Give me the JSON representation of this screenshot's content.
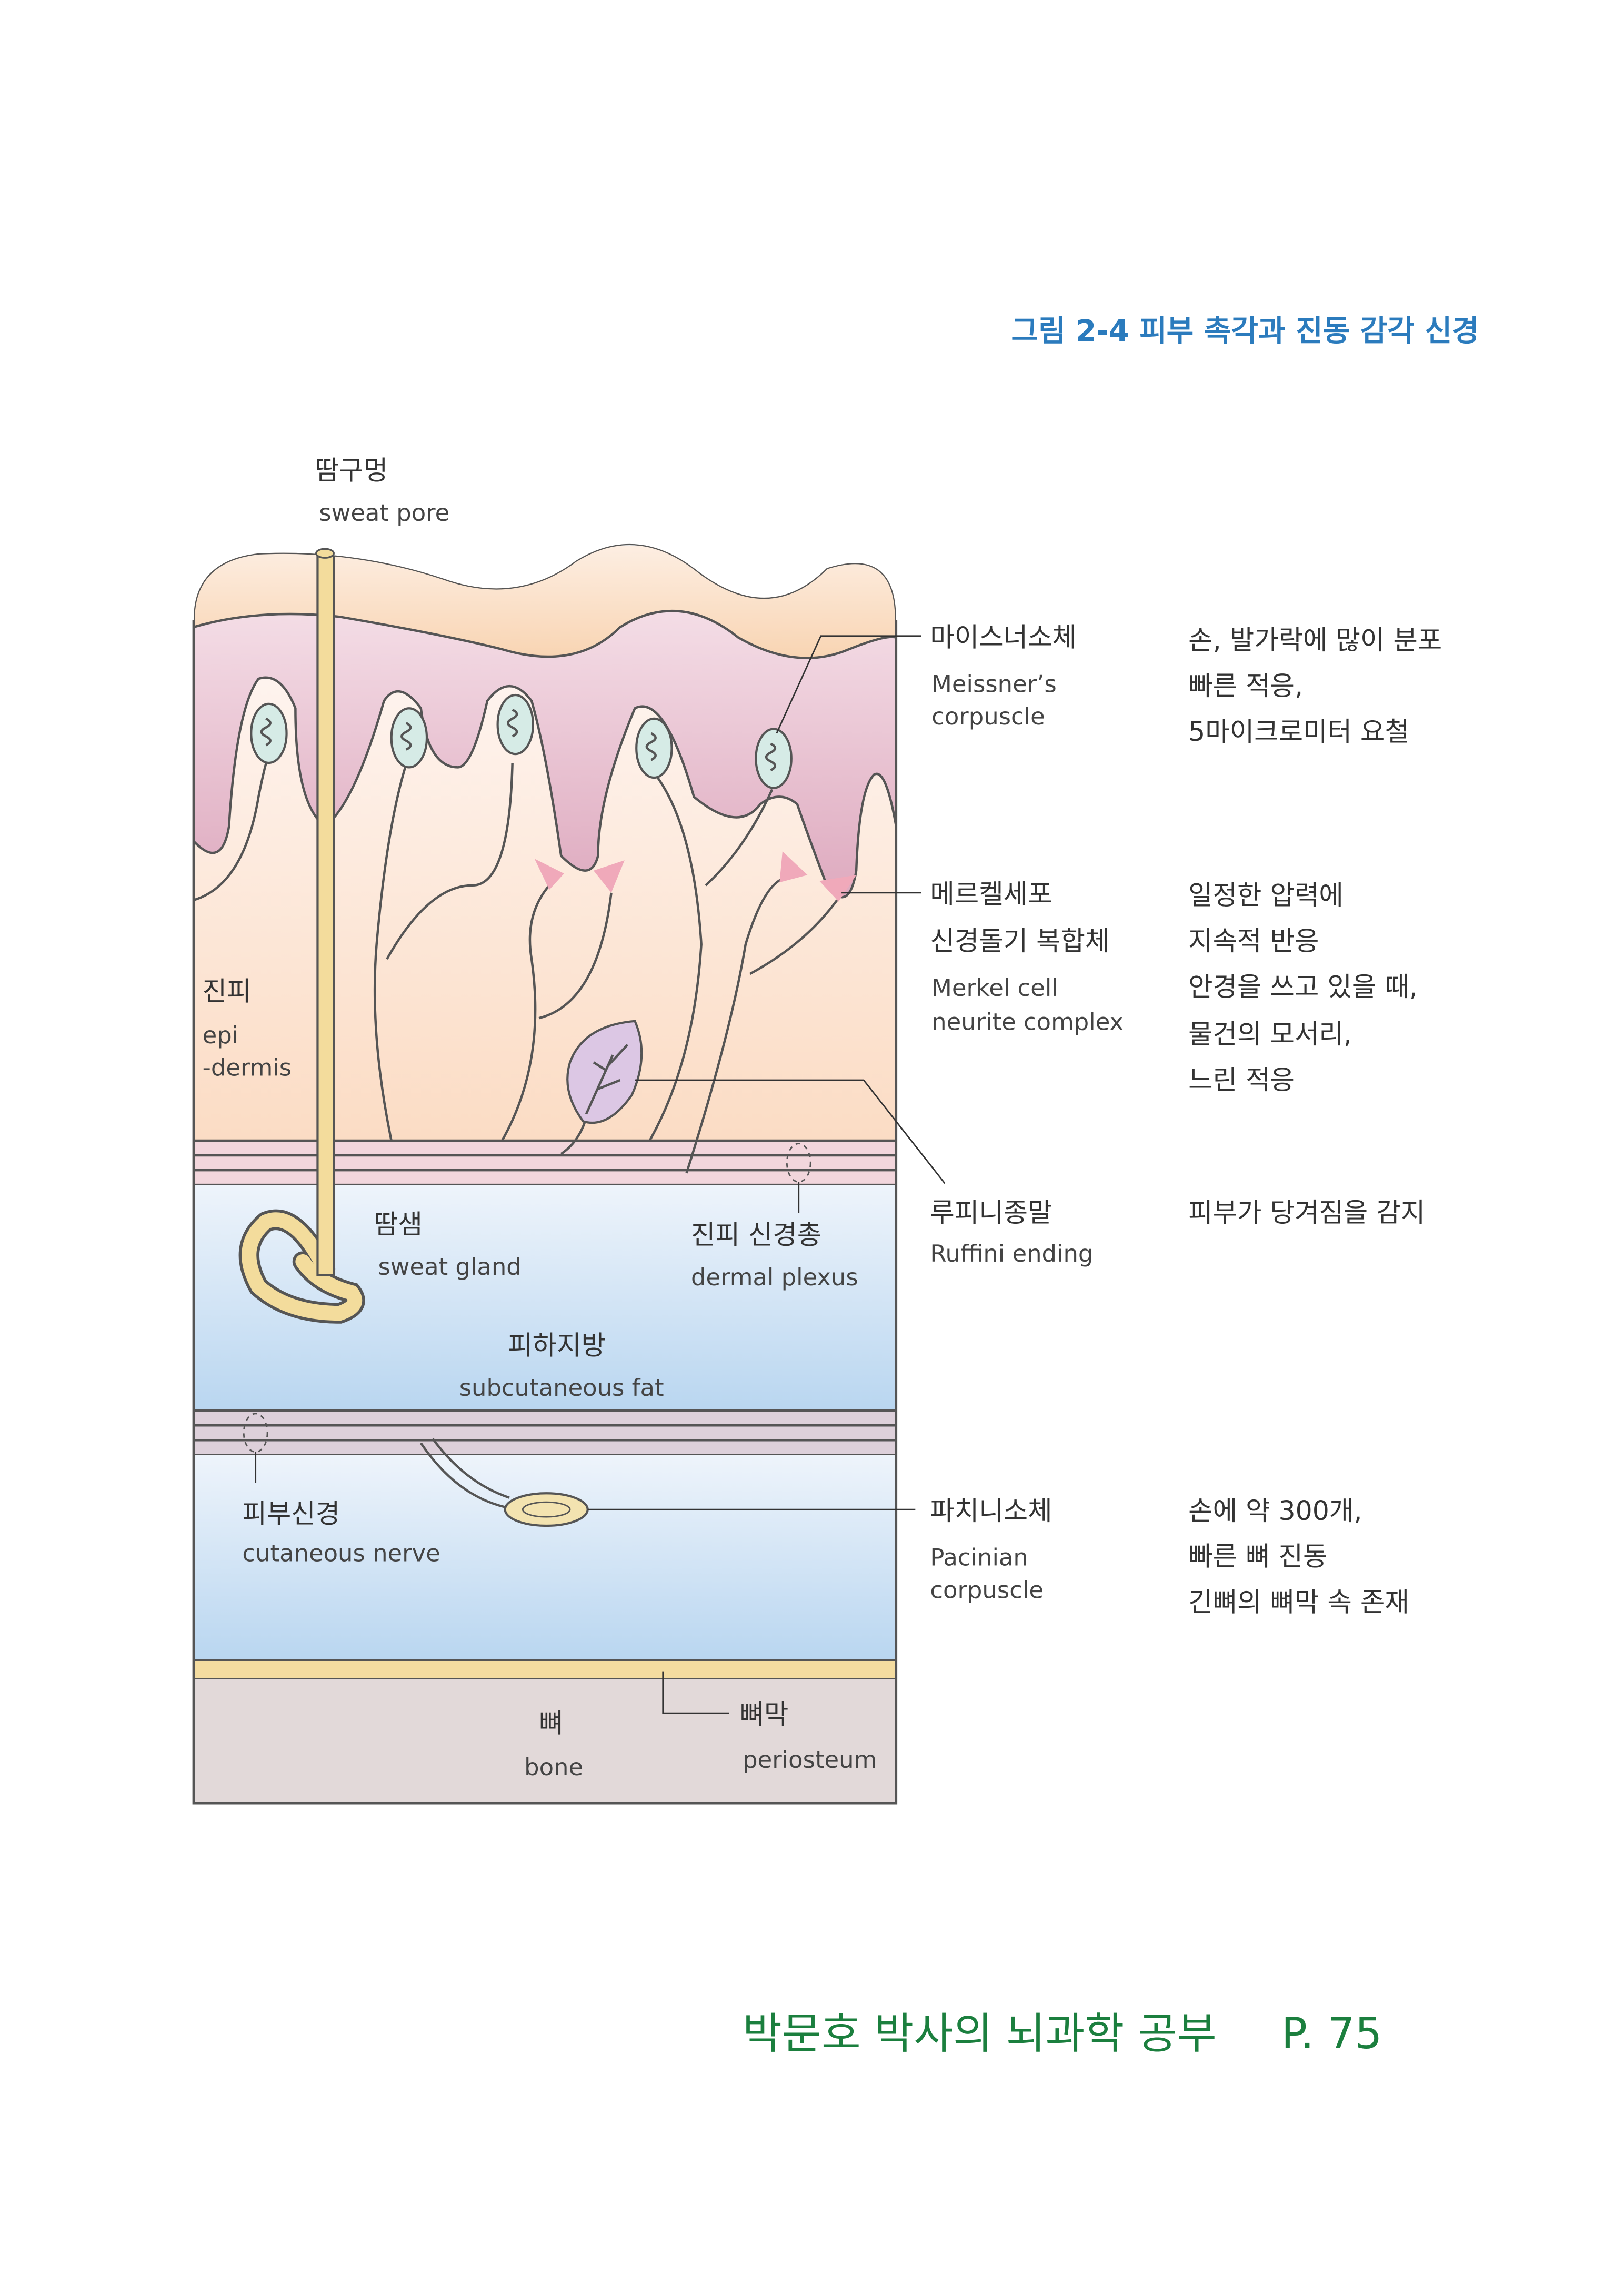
{
  "figure": {
    "title": "그림 2-4 피부 촉각과 진동 감각 신경",
    "title_color": "#2b7bbd"
  },
  "diagram_labels": {
    "sweat_pore_ko": "땀구멍",
    "sweat_pore_en": "sweat pore",
    "dermis_ko": "진피",
    "dermis_en_1": "epi",
    "dermis_en_2": "-dermis",
    "sweat_gland_ko": "땀샘",
    "sweat_gland_en": "sweat gland",
    "dermal_plexus_ko": "진피 신경총",
    "dermal_plexus_en": "dermal plexus",
    "subcutaneous_fat_ko": "피하지방",
    "subcutaneous_fat_en": "subcutaneous fat",
    "cutaneous_nerve_ko": "피부신경",
    "cutaneous_nerve_en": "cutaneous nerve",
    "bone_ko": "뼈",
    "bone_en": "bone",
    "periosteum_ko": "뼈막",
    "periosteum_en": "periosteum"
  },
  "receptors": [
    {
      "name_ko": "마이스너소체",
      "name_en": [
        "Meissner’s",
        "corpuscle"
      ],
      "description": [
        "손, 발가락에 많이 분포",
        "빠른 적응,",
        "5마이크로미터 요철"
      ]
    },
    {
      "name_ko": [
        "메르켈세포",
        "신경돌기 복합체"
      ],
      "name_en": [
        "Merkel cell",
        "neurite complex"
      ],
      "description": [
        "일정한 압력에",
        "지속적 반응",
        "안경을 쓰고 있을 때,",
        "물건의 모서리,",
        "느린 적응"
      ]
    },
    {
      "name_ko": "루피니종말",
      "name_en": [
        "Ruffini ending"
      ],
      "description": [
        "피부가 당겨짐을 감지"
      ]
    },
    {
      "name_ko": "파치니소체",
      "name_en": [
        "Pacinian",
        "corpuscle"
      ],
      "description": [
        "손에 약 300개,",
        "빠른 뼈 진동",
        "긴뼈의 뼈막 속 존재"
      ]
    }
  ],
  "footer": {
    "text": "박문호 박사의 뇌과학 공부",
    "page": "P. 75",
    "color": "#1b7f3e"
  }
}
